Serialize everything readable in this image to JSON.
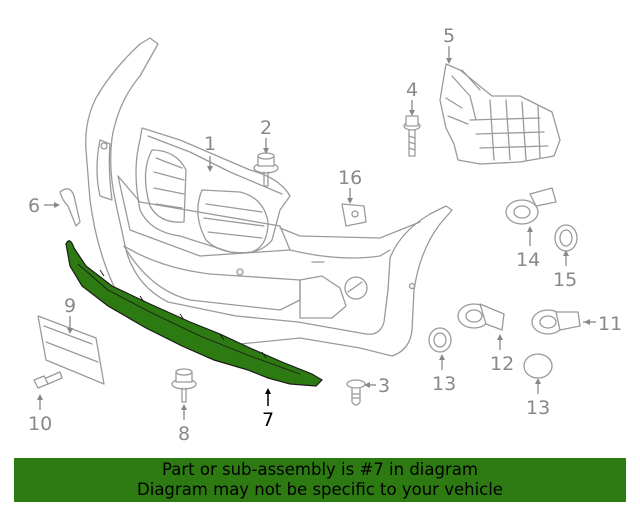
{
  "callouts": {
    "c1": "1",
    "c2": "2",
    "c3": "3",
    "c4": "4",
    "c5": "5",
    "c6": "6",
    "c7": "7",
    "c8": "8",
    "c9": "9",
    "c10": "10",
    "c11": "11",
    "c12": "12",
    "c13a": "13",
    "c13b": "13",
    "c14": "14",
    "c15": "15",
    "c16": "16"
  },
  "highlight_color": "#2e7a12",
  "banner": {
    "line1": "Part or sub-assembly is #7 in diagram",
    "line2": "Diagram may not be specific to your vehicle"
  }
}
